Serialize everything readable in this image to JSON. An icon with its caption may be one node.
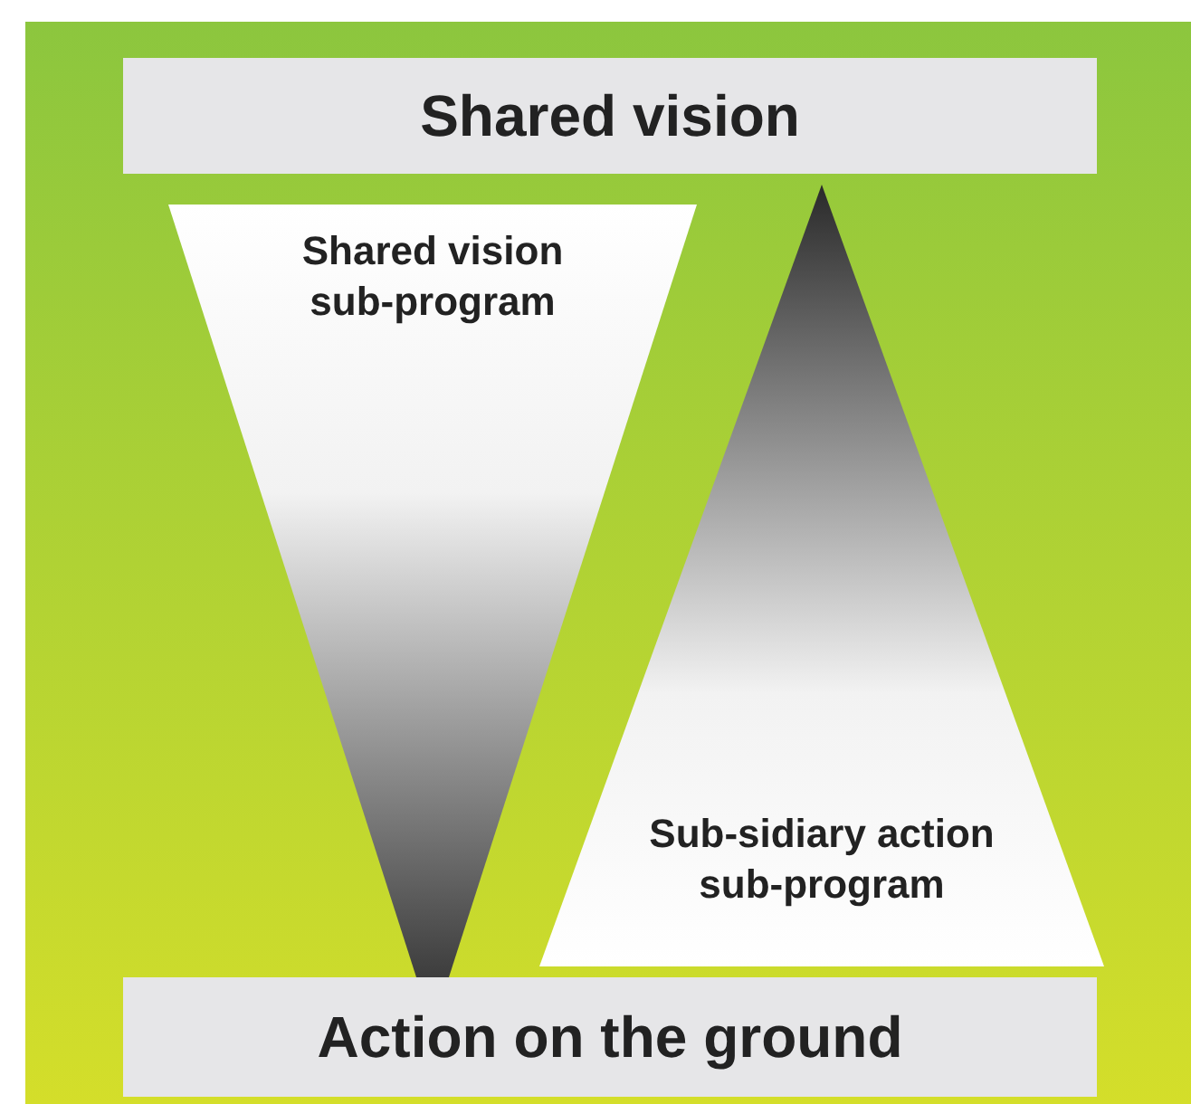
{
  "diagram": {
    "nodes": [
      {
        "text": [
          "Shared vision"
        ]
      },
      {
        "text": [
          "Shared vision sub-program"
        ]
      },
      {
        "text": [
          "Sub-sidiary action sub-program"
        ]
      },
      {
        "text": [
          "Action on the ground"
        ]
      }
    ],
    "edges": []
  }
}
